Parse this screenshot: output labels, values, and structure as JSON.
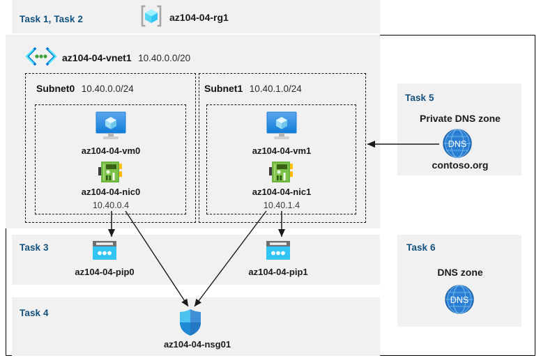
{
  "diagram": {
    "title_region": {
      "task_label": "Task 1, Task 2",
      "resource_group_name": "az104-04-rg1",
      "resource_group_icon": "resource-group-cube-icon"
    },
    "vnet": {
      "icon": "virtual-network-icon",
      "name": "az104-04-vnet1",
      "address_space": "10.40.0.0/20",
      "subnets": [
        {
          "name": "Subnet0",
          "cidr": "10.40.0.0/24",
          "vm": {
            "icon": "virtual-machine-icon",
            "name": "az104-04-vm0"
          },
          "nic": {
            "icon": "network-interface-icon",
            "name": "az104-04-nic0",
            "private_ip": "10.40.0.4"
          }
        },
        {
          "name": "Subnet1",
          "cidr": "10.40.1.0/24",
          "vm": {
            "icon": "virtual-machine-icon",
            "name": "az104-04-vm1"
          },
          "nic": {
            "icon": "network-interface-icon",
            "name": "az104-04-nic1",
            "private_ip": "10.40.1.4"
          }
        }
      ]
    },
    "task3": {
      "task_label": "Task 3",
      "public_ips": [
        {
          "icon": "public-ip-address-icon",
          "name": "az104-04-pip0"
        },
        {
          "icon": "public-ip-address-icon",
          "name": "az104-04-pip1"
        }
      ]
    },
    "task4": {
      "task_label": "Task 4",
      "nsg": {
        "icon": "network-security-group-shield-icon",
        "name": "az104-04-nsg01"
      }
    },
    "task5": {
      "task_label": "Task 5",
      "heading": "Private DNS zone",
      "icon": "dns-globe-icon",
      "icon_text": "DNS",
      "zone_name": "contoso.org"
    },
    "task6": {
      "task_label": "Task 6",
      "heading": "DNS zone",
      "icon": "dns-globe-icon",
      "icon_text": "DNS"
    },
    "colors": {
      "task_label": "#12507e",
      "panel_background": "#f1f1f1",
      "page_background": "#ffffff",
      "border": "#000000",
      "vm_icon_blue": "#2f9bef",
      "nic_icon_green": "#6cb33f",
      "pip_icon_cyan": "#32c5f4",
      "nsg_icon_blue": "#2e8fe0",
      "dns_icon_blue": "#2a7fd4",
      "resource_group_cube": "#50e6ff"
    }
  }
}
